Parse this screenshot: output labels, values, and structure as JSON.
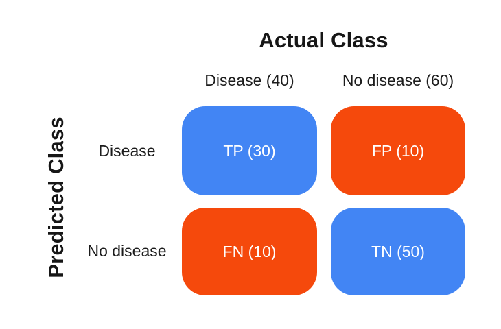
{
  "figure": {
    "x_axis_title": "Actual Class",
    "y_axis_title": "Predicted Class",
    "columns": [
      {
        "label": "Disease (40)"
      },
      {
        "label": "No disease (60)"
      }
    ],
    "rows": [
      {
        "label": "Disease"
      },
      {
        "label": "No disease"
      }
    ],
    "cells": [
      {
        "id": "TP",
        "label": "TP (30)",
        "value": 30,
        "color": "#4285F4"
      },
      {
        "id": "FP",
        "label": "FP (10)",
        "value": 10,
        "color": "#F5490C"
      },
      {
        "id": "FN",
        "label": "FN (10)",
        "value": 10,
        "color": "#F5490C"
      },
      {
        "id": "TN",
        "label": "TN (50)",
        "value": 50,
        "color": "#4285F4"
      }
    ],
    "colors": {
      "correct_cell": "#4285F4",
      "error_cell": "#F5490C",
      "cell_text": "#FFFFFF",
      "label_text": "#1C1C1C",
      "background": "#FFFFFF"
    }
  },
  "chart_data": {
    "type": "heatmap",
    "title": "Actual Class",
    "x_axis_label": "Actual Class",
    "y_axis_label": "Predicted Class",
    "x_categories": [
      "Disease (40)",
      "No disease (60)"
    ],
    "y_categories": [
      "Disease",
      "No disease"
    ],
    "cells": [
      {
        "row": "Disease",
        "col": "Disease (40)",
        "label": "TP",
        "value": 30,
        "color": "#4285F4"
      },
      {
        "row": "Disease",
        "col": "No disease (60)",
        "label": "FP",
        "value": 10,
        "color": "#F5490C"
      },
      {
        "row": "No disease",
        "col": "Disease (40)",
        "label": "FN",
        "value": 10,
        "color": "#F5490C"
      },
      {
        "row": "No disease",
        "col": "No disease (60)",
        "label": "TN",
        "value": 50,
        "color": "#4285F4"
      }
    ],
    "column_totals": [
      40,
      60
    ],
    "legend": "none",
    "grid": false
  }
}
